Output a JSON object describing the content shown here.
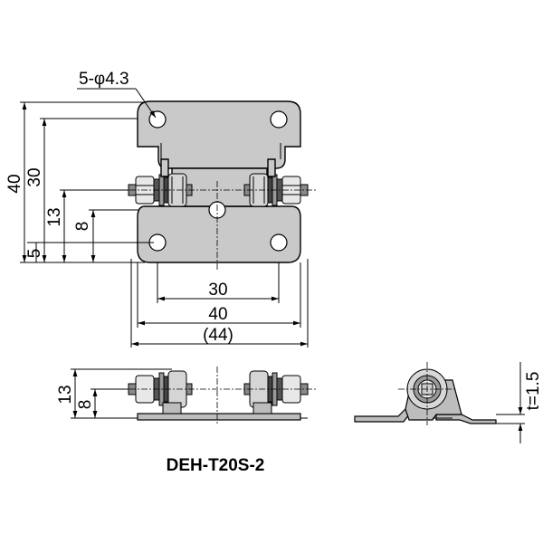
{
  "dimensions": {
    "hole_callout": "5-φ4.3",
    "height_total": "40",
    "height_30": "30",
    "height_13": "13",
    "height_8": "8",
    "height_5": "5",
    "width_30": "30",
    "width_40": "40",
    "width_44": "(44)",
    "side_13": "13",
    "side_8": "8",
    "thickness": "t=1.5"
  },
  "model": {
    "name": "DEH-T20S-2"
  }
}
